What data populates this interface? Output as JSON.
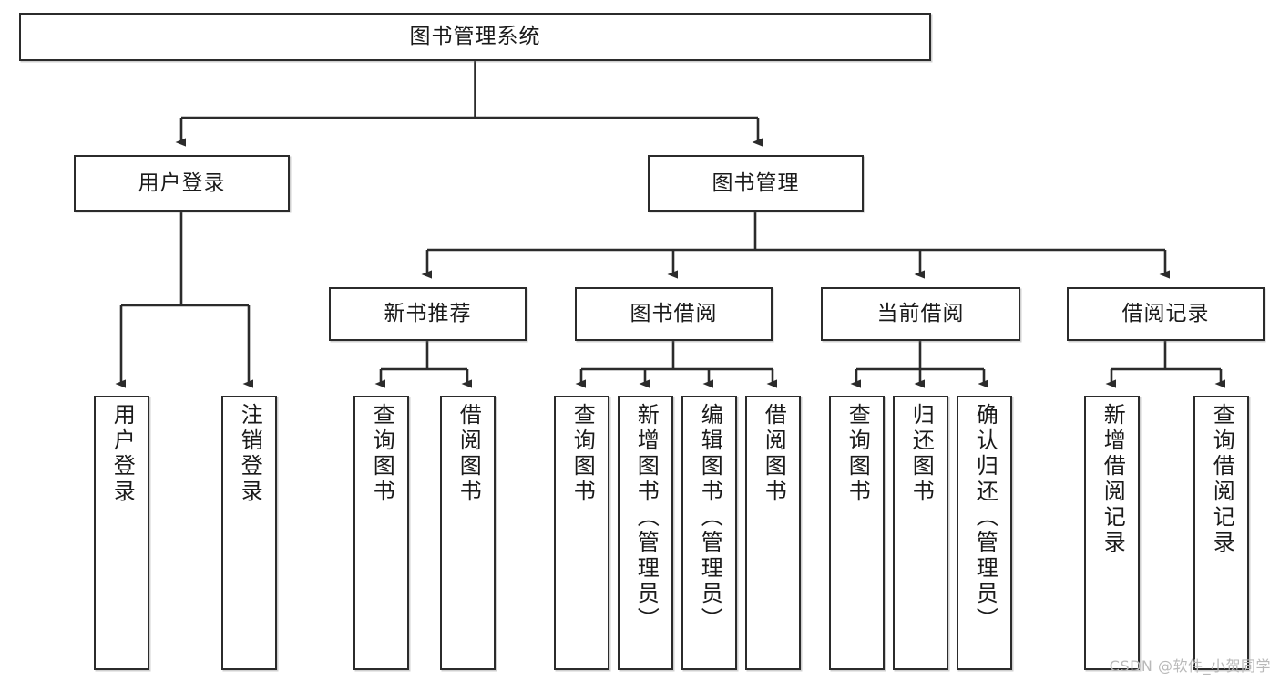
{
  "diagram": {
    "title": "图书管理系统",
    "type": "tree-hierarchy-chart",
    "watermark": "CSDN @软件_小贺同学",
    "colors": {
      "box_border": "#2b2b2b",
      "box_fill": "#ffffff",
      "connector": "#2b2b2b",
      "text": "#1a1a1a",
      "watermark": "#b9b9b9"
    },
    "root": {
      "label": "图书管理系统"
    },
    "level2": [
      {
        "label": "用户登录"
      },
      {
        "label": "图书管理"
      }
    ],
    "level3": [
      {
        "label": "新书推荐"
      },
      {
        "label": "图书借阅"
      },
      {
        "label": "当前借阅"
      },
      {
        "label": "借阅记录"
      }
    ],
    "leaves": [
      {
        "label": "用户登录",
        "parent": "用户登录"
      },
      {
        "label": "注销登录",
        "parent": "用户登录"
      },
      {
        "label": "查询图书",
        "parent": "新书推荐"
      },
      {
        "label": "借阅图书",
        "parent": "新书推荐"
      },
      {
        "label": "查询图书",
        "parent": "图书借阅"
      },
      {
        "label": "新增图书（管理员）",
        "parent": "图书借阅"
      },
      {
        "label": "编辑图书（管理员）",
        "parent": "图书借阅"
      },
      {
        "label": "借阅图书",
        "parent": "图书借阅"
      },
      {
        "label": "查询图书",
        "parent": "当前借阅"
      },
      {
        "label": "归还图书",
        "parent": "当前借阅"
      },
      {
        "label": "确认归还（管理员）",
        "parent": "当前借阅"
      },
      {
        "label": "新增借阅记录",
        "parent": "借阅记录"
      },
      {
        "label": "查询借阅记录",
        "parent": "借阅记录"
      }
    ]
  }
}
